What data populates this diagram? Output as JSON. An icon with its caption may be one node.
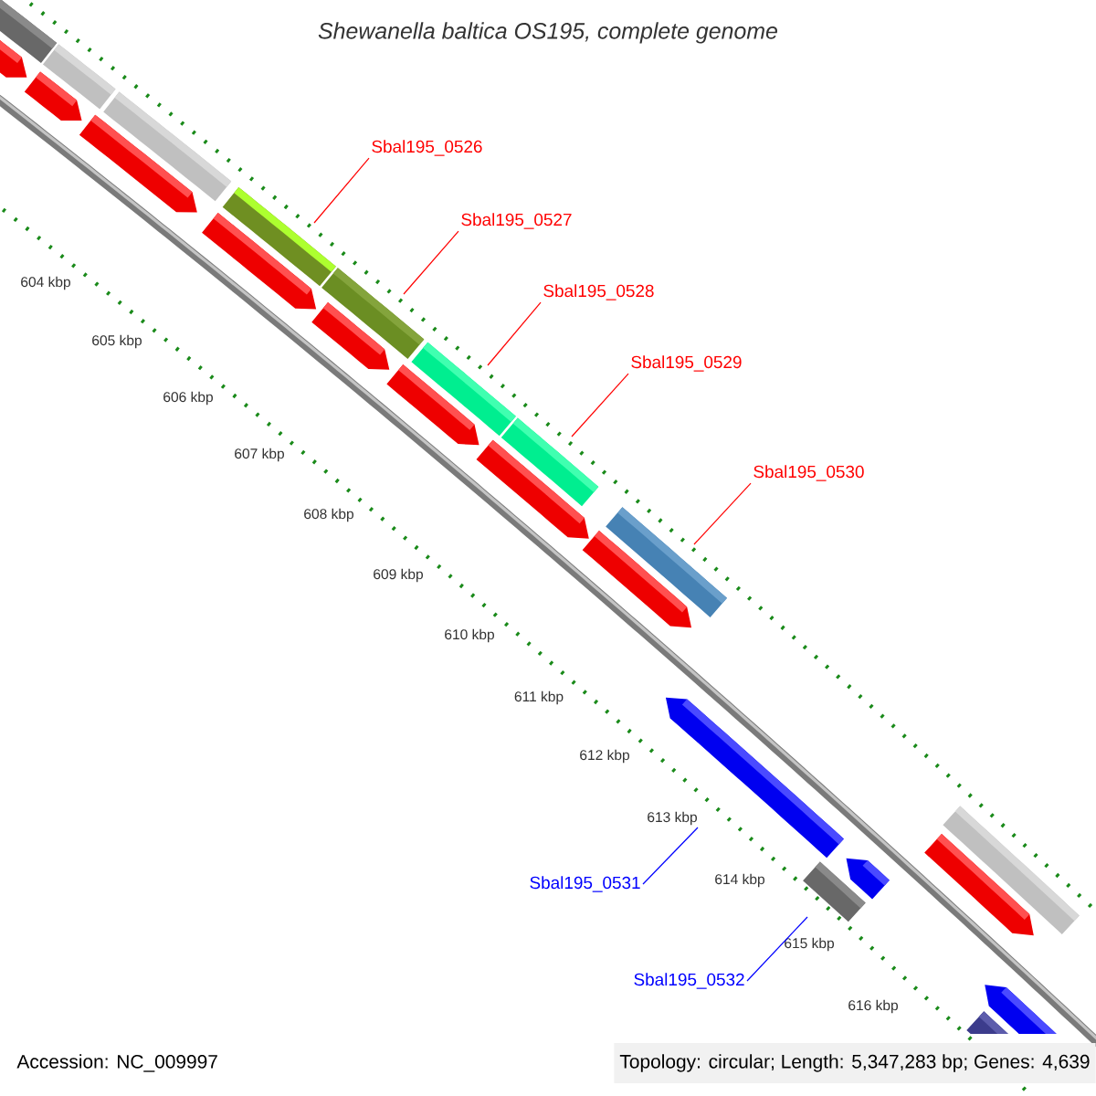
{
  "diagram": {
    "title": "Shewanella baltica OS195, complete genome",
    "nodes": [
      {
        "text": [
          "Sbal195_0526"
        ]
      },
      {
        "text": [
          "Sbal195_0527"
        ]
      },
      {
        "text": [
          "Sbal195_0528"
        ]
      },
      {
        "text": [
          "Sbal195_0529"
        ]
      },
      {
        "text": [
          "Sbal195_0530"
        ]
      },
      {
        "text": [
          "Sbal195_0531"
        ]
      },
      {
        "text": [
          "Sbal195_0532"
        ]
      },
      {
        "text": [],
        "shape": "bar"
      },
      {
        "text": [],
        "shape": "arrow"
      },
      {
        "text": [],
        "shape": "bar"
      },
      {
        "text": [],
        "shape": "arrow"
      },
      {
        "text": [],
        "shape": "arrow"
      },
      {
        "text": [],
        "shape": "bar"
      },
      {
        "text": [],
        "shape": "bar"
      },
      {
        "text": [],
        "shape": "arrow"
      },
      {
        "text": [],
        "shape": "bar"
      },
      {
        "text": [],
        "shape": "arrow"
      },
      {
        "text": [],
        "shape": "arrow"
      },
      {
        "text": [],
        "shape": "bar"
      },
      {
        "text": [],
        "shape": "arrow"
      },
      {
        "text": [],
        "shape": "bar"
      },
      {
        "text": [],
        "shape": "arrow"
      },
      {
        "text": [],
        "shape": "bar"
      },
      {
        "text": [],
        "shape": "arrow"
      },
      {
        "text": [],
        "shape": "bar"
      },
      {
        "text": [],
        "shape": "arrow"
      },
      {
        "text": [],
        "shape": "bar"
      },
      {
        "text": [],
        "shape": "arrow"
      },
      {
        "text": [],
        "shape": "arrow"
      },
      {
        "text": [],
        "shape": "bar"
      }
    ],
    "edges": [
      {
        "from": 0,
        "to": 13,
        "arrow": "none"
      },
      {
        "from": 1,
        "to": 15,
        "arrow": "none"
      },
      {
        "from": 2,
        "to": 18,
        "arrow": "none"
      },
      {
        "from": 3,
        "to": 20,
        "arrow": "none"
      },
      {
        "from": 4,
        "to": 22,
        "arrow": "none"
      },
      {
        "from": 5,
        "to": 23,
        "arrow": "none",
        "color": "#0000ff"
      },
      {
        "from": 6,
        "to": 24,
        "arrow": "none",
        "color": "#0000ff"
      }
    ],
    "labels": [
      "604 kbp",
      "605 kbp",
      "606 kbp",
      "607 kbp",
      "608 kbp",
      "609 kbp",
      "610 kbp",
      "611 kbp",
      "612 kbp",
      "613 kbp",
      "614 kbp",
      "615 kbp",
      "616 kbp",
      "Accession: NC_009997",
      "Topology: circular; Length: 5,347,283 bp; Genes: 4,639"
    ]
  }
}
